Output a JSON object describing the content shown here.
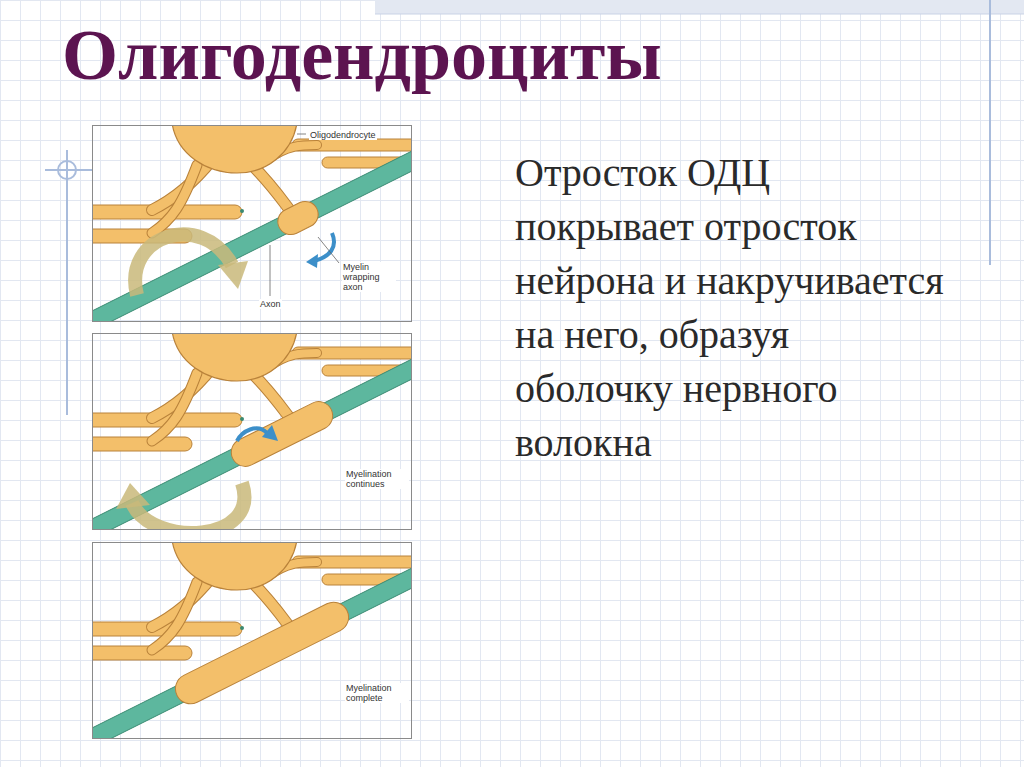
{
  "diagram": {
    "title": "Олигодендроциты",
    "nodes": [
      {
        "text": [
          "Oligodendrocyte",
          "Myelin wrapping axon",
          "Axon"
        ]
      },
      {
        "text": [
          "Myelination continues"
        ]
      },
      {
        "text": [
          "Myelination complete"
        ]
      }
    ],
    "labels": [
      "Отросток ОДЦ покрывает отросток нейрона и накручивается на него, образуя оболочку нервного волокна"
    ]
  }
}
